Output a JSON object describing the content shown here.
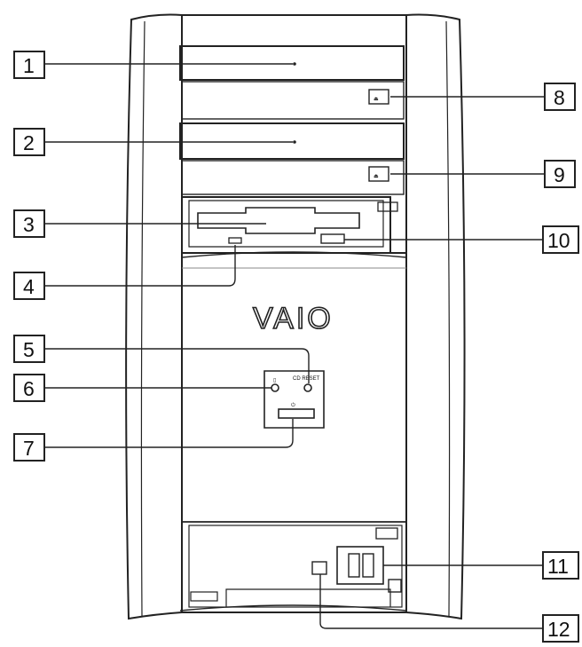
{
  "logo": {
    "text": "VAIO"
  },
  "callouts": [
    {
      "label": "1"
    },
    {
      "label": "2"
    },
    {
      "label": "3"
    },
    {
      "label": "4"
    },
    {
      "label": "5"
    },
    {
      "label": "6"
    },
    {
      "label": "7"
    },
    {
      "label": "8"
    },
    {
      "label": "9"
    },
    {
      "label": "10"
    },
    {
      "label": "11"
    },
    {
      "label": "12"
    }
  ],
  "panel": {
    "cd_reset_label": "CD RESET"
  },
  "icons": {
    "eject": "eject-icon",
    "hdd": "hard-drive-icon",
    "power": "power-icon"
  },
  "colors": {
    "line": "#222222",
    "background": "#ffffff"
  }
}
